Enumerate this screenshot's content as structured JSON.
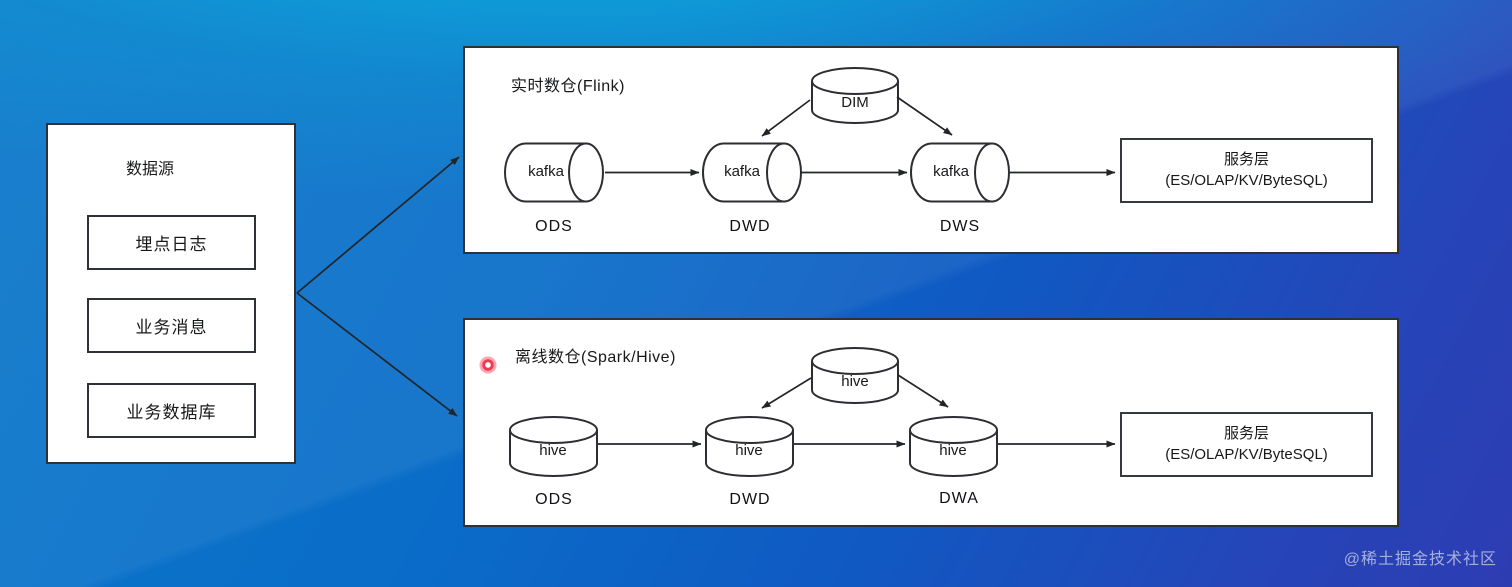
{
  "watermark": "@稀土掘金技术社区",
  "source_panel": {
    "title": "数据源",
    "items": [
      {
        "label": "埋点日志"
      },
      {
        "label": "业务消息"
      },
      {
        "label": "业务数据库"
      }
    ]
  },
  "realtime_panel": {
    "title": "实时数仓(Flink)",
    "dim": {
      "store": "DIM"
    },
    "nodes": [
      {
        "store": "kafka",
        "stage": "ODS"
      },
      {
        "store": "kafka",
        "stage": "DWD"
      },
      {
        "store": "kafka",
        "stage": "DWS"
      }
    ],
    "service": {
      "line1": "服务层",
      "line2": "(ES/OLAP/KV/ByteSQL)"
    }
  },
  "offline_panel": {
    "title": "离线数仓(Spark/Hive)",
    "dim": {
      "store": "hive"
    },
    "nodes": [
      {
        "store": "hive",
        "stage": "ODS"
      },
      {
        "store": "hive",
        "stage": "DWD"
      },
      {
        "store": "hive",
        "stage": "DWA"
      }
    ],
    "service": {
      "line1": "服务层",
      "line2": "(ES/OLAP/KV/ByteSQL)"
    }
  },
  "colors": {
    "background_top_cyan": "#0a9bd3",
    "background_mid_blue": "#0b6ec8",
    "background_bottom_indigo": "#2e3cb2",
    "panel_background": "#ffffff",
    "diagram_stroke": "#2c2e33",
    "laser_dot_red": "#ee3b52"
  }
}
